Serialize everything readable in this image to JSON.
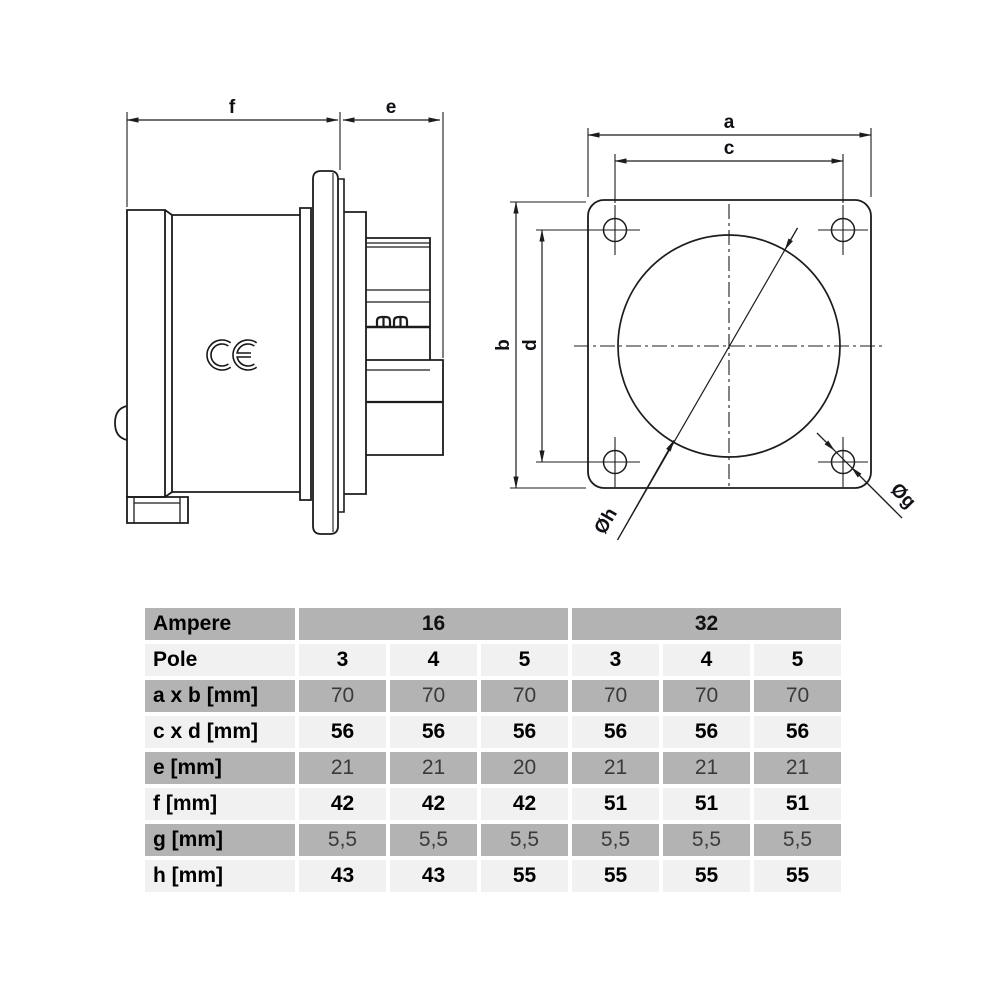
{
  "drawing": {
    "side_view": {
      "dim_f": "f",
      "dim_e": "e",
      "ce_mark": "CE"
    },
    "front_view": {
      "dim_a": "a",
      "dim_c": "c",
      "dim_b": "b",
      "dim_d": "d",
      "dim_hole_large": "Øh",
      "dim_hole_small": "Øg"
    }
  },
  "table": {
    "ampere_label": "Ampere",
    "ampere_groups": [
      "16",
      "32"
    ],
    "rows": [
      {
        "label": "Pole",
        "values": [
          "3",
          "4",
          "5",
          "3",
          "4",
          "5"
        ]
      },
      {
        "label": "a x b [mm]",
        "values": [
          "70",
          "70",
          "70",
          "70",
          "70",
          "70"
        ]
      },
      {
        "label": "c x d [mm]",
        "values": [
          "56",
          "56",
          "56",
          "56",
          "56",
          "56"
        ]
      },
      {
        "label": "e [mm]",
        "values": [
          "21",
          "21",
          "20",
          "21",
          "21",
          "21"
        ]
      },
      {
        "label": "f [mm]",
        "values": [
          "42",
          "42",
          "42",
          "51",
          "51",
          "51"
        ]
      },
      {
        "label": "g [mm]",
        "values": [
          "5,5",
          "5,5",
          "5,5",
          "5,5",
          "5,5",
          "5,5"
        ]
      },
      {
        "label": "h [mm]",
        "values": [
          "43",
          "43",
          "55",
          "55",
          "55",
          "55"
        ]
      }
    ]
  },
  "colors": {
    "line": "#1c1c1c",
    "table_shaded": "#b3b3b3",
    "table_light": "#f1f1f1",
    "background": "#ffffff"
  }
}
